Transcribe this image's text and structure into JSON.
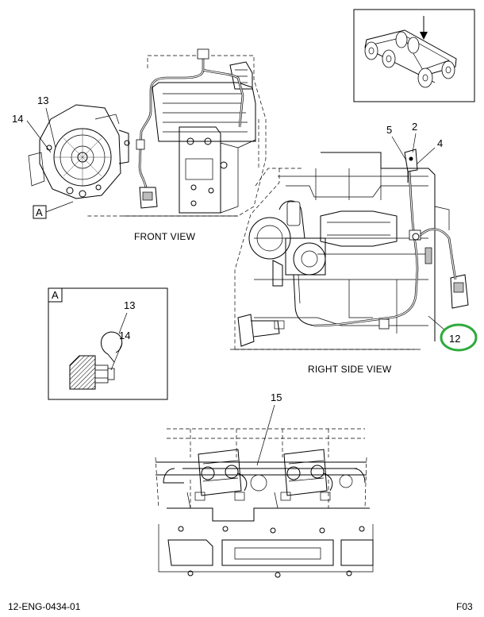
{
  "views": {
    "front": {
      "caption": "FRONT VIEW"
    },
    "right_side": {
      "caption": "RIGHT SIDE VIEW"
    }
  },
  "detail": {
    "ref_letter": "A"
  },
  "callouts": {
    "c13_front": "13",
    "c14_front": "14",
    "a_front": "A",
    "c5": "5",
    "c2": "2",
    "c4": "4",
    "c12": "12",
    "c13_detail": "13",
    "c14_detail": "14",
    "c15": "15"
  },
  "highlight_color": "#2eaa3c",
  "footer": {
    "doc_id": "12-ENG-0434-01",
    "sheet": "F03"
  }
}
